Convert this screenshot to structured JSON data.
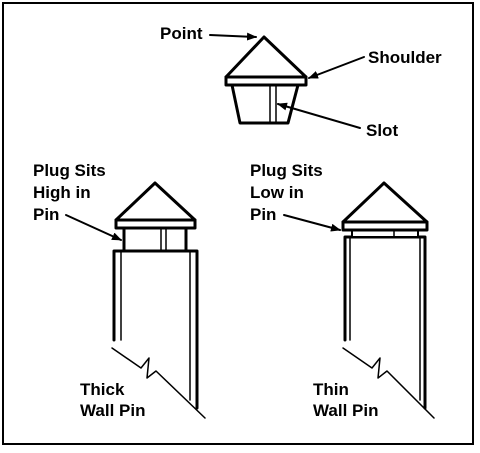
{
  "colors": {
    "ink": "#000000",
    "background": "#ffffff"
  },
  "top_plug": {
    "point_label": "Point",
    "shoulder_label": "Shoulder",
    "slot_label": "Slot"
  },
  "left_pin": {
    "plug_label_line1": "Plug Sits",
    "plug_label_line2": "High in",
    "plug_label_line3": "Pin",
    "wall_label_line1": "Thick",
    "wall_label_line2": "Wall Pin"
  },
  "right_pin": {
    "plug_label_line1": "Plug Sits",
    "plug_label_line2": "Low in",
    "plug_label_line3": "Pin",
    "wall_label_line1": "Thin",
    "wall_label_line2": "Wall Pin"
  }
}
